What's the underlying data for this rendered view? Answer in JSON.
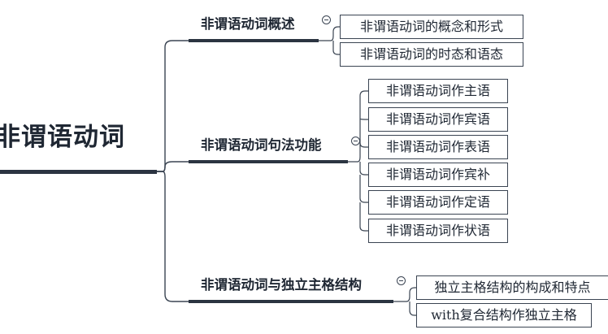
{
  "root": {
    "title": "非谓语动词"
  },
  "branches": [
    {
      "title": "非谓语动词概述",
      "children": [
        "非谓语动词的概念和形式",
        "非谓语动词的时态和语态"
      ]
    },
    {
      "title": "非谓语动词句法功能",
      "children": [
        "非谓语动词作主语",
        "非谓语动词作宾语",
        "非谓语动词作表语",
        "非谓语动词作宾补",
        "非谓语动词作定语",
        "非谓语动词作状语"
      ]
    },
    {
      "title": "非谓语动词与独立主格结构",
      "children": [
        "独立主格结构的构成和特点",
        "with复合结构作独立主格"
      ]
    }
  ],
  "colors": {
    "line": "#3a4452",
    "root_bar": "#2b3441"
  },
  "icons": {
    "toggle": "collapse-toggle-icon"
  }
}
